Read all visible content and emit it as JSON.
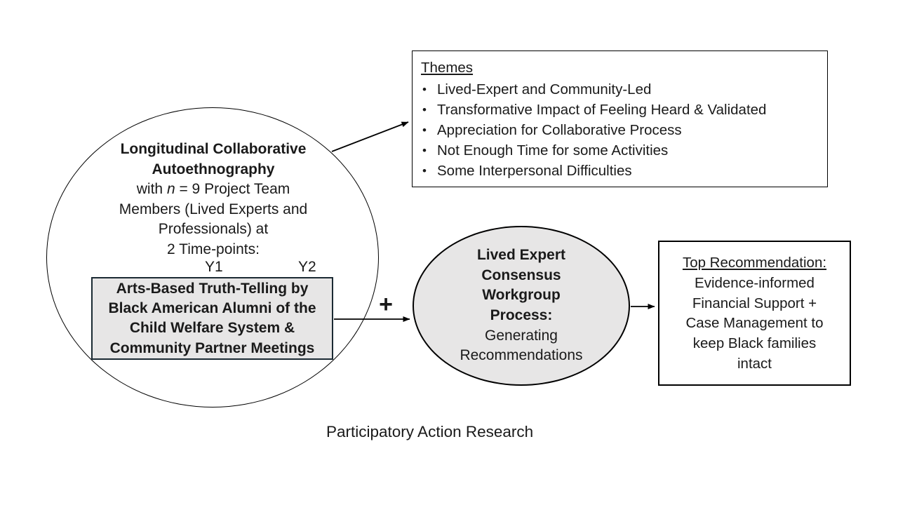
{
  "diagram": {
    "colors": {
      "background": "#ffffff",
      "shape_fill_gray": "#e7e6e6",
      "outline_black": "#000000",
      "inner_box_border": "#1b2a33",
      "text": "#1a1a1a"
    },
    "circle": {
      "title_lines": [
        "Longitudinal Collaborative",
        "Autoethnography"
      ],
      "n_line": {
        "prefix": "with ",
        "italic": "n",
        "suffix": " = 9  Project Team"
      },
      "body_lines": [
        "Members (Lived Experts and",
        "Professionals) at",
        "2 Time-points:"
      ],
      "timepoint_y1": "Y1",
      "timepoint_y2": "Y2"
    },
    "inner_box": {
      "lines": [
        "Arts-Based Truth-Telling by",
        "Black American Alumni of the",
        "Child Welfare System &",
        "Community Partner Meetings"
      ]
    },
    "themes_box": {
      "heading": "Themes",
      "bullet_char": "•",
      "bullets": [
        "Lived-Expert and Community-Led",
        "Transformative Impact of Feeling Heard & Validated",
        "Appreciation for Collaborative Process",
        "Not Enough Time for some Activities",
        "Some Interpersonal Difficulties"
      ]
    },
    "ellipse": {
      "bold_lines": [
        "Lived Expert",
        "Consensus",
        "Workgroup",
        "Process:"
      ],
      "regular_lines": [
        "Generating",
        "Recommendations"
      ]
    },
    "recommendation_box": {
      "heading": "Top Recommendation:",
      "lines": [
        "Evidence-informed",
        "Financial Support +",
        "Case Management to",
        "keep Black families",
        "intact"
      ]
    },
    "plus_sign": "+",
    "footer_label": "Participatory Action Research"
  }
}
